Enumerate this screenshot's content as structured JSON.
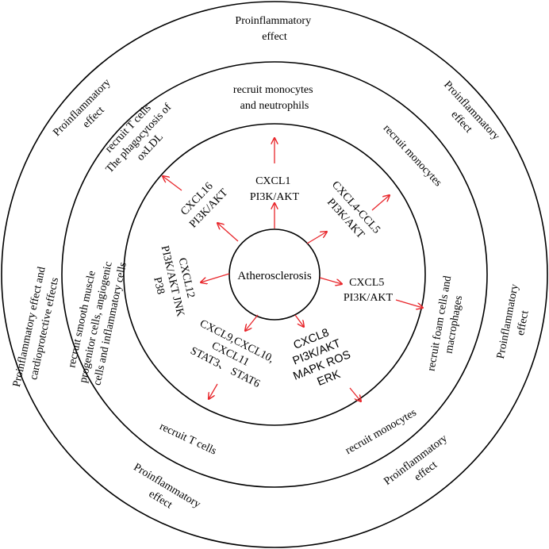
{
  "center": "Atherosclerosis",
  "arrow_color": "#e8262b",
  "inner": {
    "cxcl1": [
      "CXCL1",
      "PI3K/AKT"
    ],
    "cxcl16": [
      "CXCL16",
      "PI3K/AKT"
    ],
    "cxcl4": [
      "CXCL4-CCL5",
      "PI3K/AKT"
    ],
    "cxcl12": [
      "CXCL12",
      "PI3K/AKT JNK",
      "P38"
    ],
    "cxcl5": [
      "CXCL5",
      "PI3K/AKT"
    ],
    "cxcl9": [
      "CXCL9,CXCL10,",
      "CXCL11",
      "STAT3、 STAT6"
    ],
    "cxcl8": [
      "CXCL8",
      "PI3K/AKT",
      "MAPK ROS",
      "ERK"
    ]
  },
  "middle": {
    "top": [
      "recruit monocytes",
      "and neutrophils"
    ],
    "upper_left": [
      "recruit T cells",
      "The phagocytosis of",
      "oxLDL"
    ],
    "upper_right": [
      "recruit monocytes"
    ],
    "left": [
      "recruit smooth muscle",
      "progenitor cells, angiogenic",
      "cells and inflammatory cells"
    ],
    "right": [
      "recruit foam cells and",
      "macrophages"
    ],
    "bottom_left": [
      "recruit T cells"
    ],
    "bottom_right": [
      "recruit monocytes"
    ]
  },
  "outer": {
    "top": [
      "Proinflammatory",
      "effect"
    ],
    "upper_left": [
      "Proinflammatory",
      "effect"
    ],
    "upper_right": [
      "Proinflammatory",
      "effect"
    ],
    "left": [
      "Proinflammatory effect and",
      "cardioprotective effects"
    ],
    "right": [
      "Proinflammatory",
      "effect"
    ],
    "bottom_left": [
      "Proinflammatory",
      "effect"
    ],
    "bottom_right": [
      "Proinflammatory",
      "effect"
    ]
  }
}
